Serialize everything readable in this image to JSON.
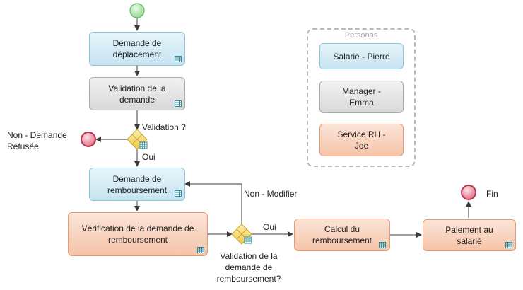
{
  "tasks": {
    "demande_deplacement": "Demande de déplacement",
    "validation_demande": "Validation de la demande",
    "demande_remboursement": "Demande de remboursement",
    "verification_demande": "Vérification de la demande de remboursement",
    "calcul_remboursement": "Calcul du remboursement",
    "paiement_salarie": "Paiement au salarié"
  },
  "gateways": {
    "validation": "Validation ?",
    "validation_remboursement": "Validation de la demande de remboursement?"
  },
  "flow_labels": {
    "non_refusee": "Non - Demande Refusée",
    "oui_1": "Oui",
    "non_modifier": "Non - Modifier",
    "oui_2": "Oui"
  },
  "end_labels": {
    "fin": "Fin"
  },
  "personas": {
    "title": "Personas",
    "items": [
      "Salarié - Pierre",
      "Manager - Emma",
      "Service RH - Joe"
    ]
  },
  "colors": {
    "blue_fill": "#c7e4f1",
    "gray_fill": "#d9d9d9",
    "orange_fill": "#f5c4a8",
    "start_green": "#9fdc9f",
    "end_red": "#ef8b9b",
    "gateway_yellow": "#f5d76e",
    "edge": "#3c3c3c"
  }
}
